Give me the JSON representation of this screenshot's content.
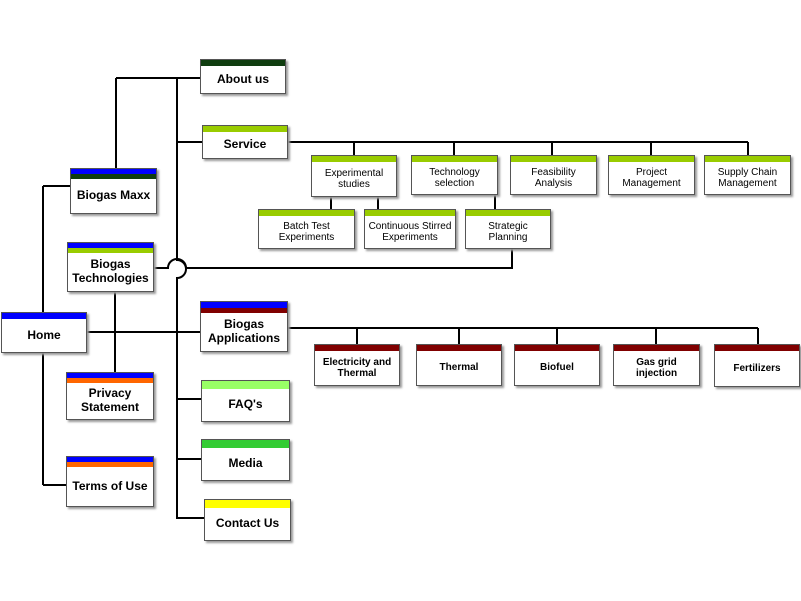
{
  "colors": {
    "dark_green": "#0f3d0f",
    "lime": "#99cc00",
    "light_green": "#99ff66",
    "green": "#33cc33",
    "yellow": "#ffff00",
    "blue": "#0000ff",
    "orange": "#ff6600",
    "maroon": "#800000",
    "line": "#000000"
  },
  "nodes": {
    "home": "Home",
    "biogas_maxx": "Biogas Maxx",
    "biogas_technologies": "Biogas\nTechnologies",
    "privacy_statement": "Privacy\nStatement",
    "terms_of_use": "Terms of Use",
    "about_us": "About us",
    "service": "Service",
    "biogas_applications": "Biogas\nApplications",
    "faqs": "FAQ's",
    "media": "Media",
    "contact_us": "Contact Us",
    "experimental_studies": "Experimental\nstudies",
    "technology_selection": "Technology\nselection",
    "feasibility_analysis": "Feasibility\nAnalysis",
    "project_management": "Project\nManagement",
    "supply_chain_management": "Supply Chain\nManagement",
    "batch_test_experiments": "Batch Test\nExperiments",
    "continuous_stirred_experiments": "Continuous Stirred\nExperiments",
    "strategic_planning": "Strategic\nPlanning",
    "electricity_and_thermal": "Electricity and\nThermal",
    "thermal": "Thermal",
    "biofuel": "Biofuel",
    "gas_grid_injection": "Gas grid\ninjection",
    "fertilizers": "Fertilizers"
  }
}
